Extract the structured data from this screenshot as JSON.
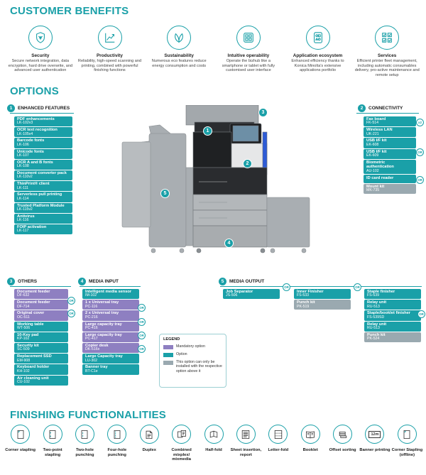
{
  "headings": {
    "customer_benefits": "CUSTOMER BENEFITS",
    "options": "OPTIONS",
    "finishing": "FINISHING FUNCTIONALITIES"
  },
  "benefits": [
    {
      "icon": "network-shield-icon",
      "title": "Security",
      "desc": "Secure network integration, data encryption, hard drive overwrite, and advanced user authentication"
    },
    {
      "icon": "growth-chart-icon",
      "title": "Productivity",
      "desc": "Reliability, high-speed scanning and printing, combined with powerful finishing functions"
    },
    {
      "icon": "leaf-icon",
      "title": "Sustainability",
      "desc": "Numerous eco features reduce energy consumption and costs"
    },
    {
      "icon": "touch-panel-icon",
      "title": "Intuitive operability",
      "desc": "Operate the bizhub like a smartphone or tablet with fully customised user interface"
    },
    {
      "icon": "app-ecosystem-icon",
      "title": "Application ecosystem",
      "desc": "Enhanced efficiency thanks to Konica Minolta's extensive applications portfolio"
    },
    {
      "icon": "services-checklist-icon",
      "title": "Services",
      "desc": "Efficient printer fleet management, including automatic consumables delivery, pro-active maintenance and remote setup"
    }
  ],
  "enhanced": {
    "num": "1",
    "title": "ENHANCED FEATURES",
    "items": [
      {
        "name": "PDF enhancements",
        "code": "LK-102v3"
      },
      {
        "name": "OCR text recognition",
        "code": "LK-105v4"
      },
      {
        "name": "Barcode fonts",
        "code": "LK-106"
      },
      {
        "name": "Unicode fonts",
        "code": "LK-107"
      },
      {
        "name": "OCR A and B fonts",
        "code": "LK-108"
      },
      {
        "name": "Document converter pack",
        "code": "LK-110v2"
      },
      {
        "name": "ThinPrint® client",
        "code": "LK-111"
      },
      {
        "name": "Serverless pull printing",
        "code": "LK-114"
      },
      {
        "name": "Trusted Platform Module",
        "code": "LK-115v2"
      },
      {
        "name": "Antivirus",
        "code": "LK-116"
      },
      {
        "name": "FOIP activation",
        "code": "LK-117"
      }
    ]
  },
  "connectivity": {
    "num": "2",
    "title": "CONNECTIVITY",
    "items": [
      {
        "name": "Fax board",
        "code": "FK-514"
      },
      {
        "name": "Wireless LAN",
        "code": "UK-221"
      },
      {
        "name": "USB I/F kit",
        "code": "EK-608"
      },
      {
        "name": "USB I/F kit",
        "code": "EK-609"
      },
      {
        "name": "Biometric authentication",
        "code": "AU-102"
      },
      {
        "name": "ID card reader",
        "code": ""
      },
      {
        "name": "Mount kit",
        "code": "MK-735"
      }
    ],
    "x2": "x2"
  },
  "others": {
    "num": "3",
    "title": "OTHERS",
    "items": [
      {
        "name": "Document feeder",
        "code": "DF-632",
        "color": "purple"
      },
      {
        "name": "Document feeder",
        "code": "DF-714",
        "color": "purple"
      },
      {
        "name": "Original cover",
        "code": "OC-511",
        "color": "purple"
      },
      {
        "name": "Working table",
        "code": "WT-506",
        "color": "teal"
      },
      {
        "name": "10-Key pad",
        "code": "KP-102",
        "color": "teal"
      },
      {
        "name": "Security kit",
        "code": "SC-509",
        "color": "teal"
      },
      {
        "name": "Replacement SSD",
        "code": "EM-908",
        "color": "teal"
      },
      {
        "name": "Keyboard holder",
        "code": "KH-102",
        "color": "teal"
      },
      {
        "name": "Air cleaning unit",
        "code": "CU-102",
        "color": "teal"
      }
    ]
  },
  "media_input": {
    "num": "4",
    "title": "MEDIA INPUT",
    "items": [
      {
        "name": "Intelligent media sensor",
        "code": "IM-102",
        "color": "teal"
      },
      {
        "name": "1 x Universal tray",
        "code": "PC-116",
        "color": "purple"
      },
      {
        "name": "2 x Universal tray",
        "code": "PC-216",
        "color": "purple"
      },
      {
        "name": "Large capacity tray",
        "code": "PC-416",
        "color": "purple"
      },
      {
        "name": "Large capacity tray",
        "code": "PC-417",
        "color": "purple"
      },
      {
        "name": "Copier desk",
        "code": "DK-516x",
        "color": "purple"
      },
      {
        "name": "Large Capacity tray",
        "code": "LU-302",
        "color": "teal"
      },
      {
        "name": "Banner tray",
        "code": "BT-C1e",
        "color": "teal"
      }
    ]
  },
  "media_output": {
    "num": "5",
    "title": "MEDIA OUTPUT",
    "col1": [
      {
        "name": "Job Separator",
        "code": "JS-506",
        "color": "teal"
      }
    ],
    "col2": [
      {
        "name": "Inner Finisher",
        "code": "FS-533",
        "color": "teal"
      },
      {
        "name": "Punch kit",
        "code": "PK-519",
        "color": "grey"
      }
    ],
    "col3": [
      {
        "name": "Staple finisher",
        "code": "FS-539",
        "color": "teal"
      },
      {
        "name": "Relay unit",
        "code": "RU-513",
        "color": "teal"
      },
      {
        "name": "Staple/booklet finisher",
        "code": "FS-539SD",
        "color": "teal"
      },
      {
        "name": "Relay unit",
        "code": "RU-513",
        "color": "teal"
      },
      {
        "name": "Punch kit",
        "code": "PK-524",
        "color": "grey"
      }
    ]
  },
  "or_label": "OR",
  "legend": {
    "title": "LEGEND",
    "items": [
      {
        "color": "#8e7fc1",
        "label": "Mandatory option"
      },
      {
        "color": "#1aa0a8",
        "label": "Option"
      },
      {
        "color": "#9aa9b0",
        "label": "This option can only be installed with the respective option above it"
      }
    ]
  },
  "machine": {
    "callouts": [
      "1",
      "2",
      "3",
      "4",
      "5"
    ]
  },
  "finishing": [
    {
      "icon": "corner-stapling-icon",
      "label": "Corner stapling"
    },
    {
      "icon": "two-point-stapling-icon",
      "label": "Two-point stapling"
    },
    {
      "icon": "two-hole-punching-icon",
      "label": "Two-hole punching"
    },
    {
      "icon": "four-hole-punching-icon",
      "label": "Four-hole punching"
    },
    {
      "icon": "duplex-icon",
      "label": "Duplex"
    },
    {
      "icon": "mixplex-icon",
      "label": "Combined mixplex/ mixmedia"
    },
    {
      "icon": "half-fold-icon",
      "label": "Half-fold"
    },
    {
      "icon": "sheet-insertion-icon",
      "label": "Sheet insertion, report"
    },
    {
      "icon": "letter-fold-icon",
      "label": "Letter-fold"
    },
    {
      "icon": "booklet-icon",
      "label": "Booklet"
    },
    {
      "icon": "offset-sorting-icon",
      "label": "Offset sorting"
    },
    {
      "icon": "banner-printing-icon",
      "label": "Banner printing",
      "badge": "12m"
    },
    {
      "icon": "corner-stapling-offline-icon",
      "label": "Corner Stapling (offline)"
    }
  ],
  "colors": {
    "accent": "#1aa0a8",
    "mandatory": "#8e7fc1",
    "dependent": "#9aa9b0"
  }
}
